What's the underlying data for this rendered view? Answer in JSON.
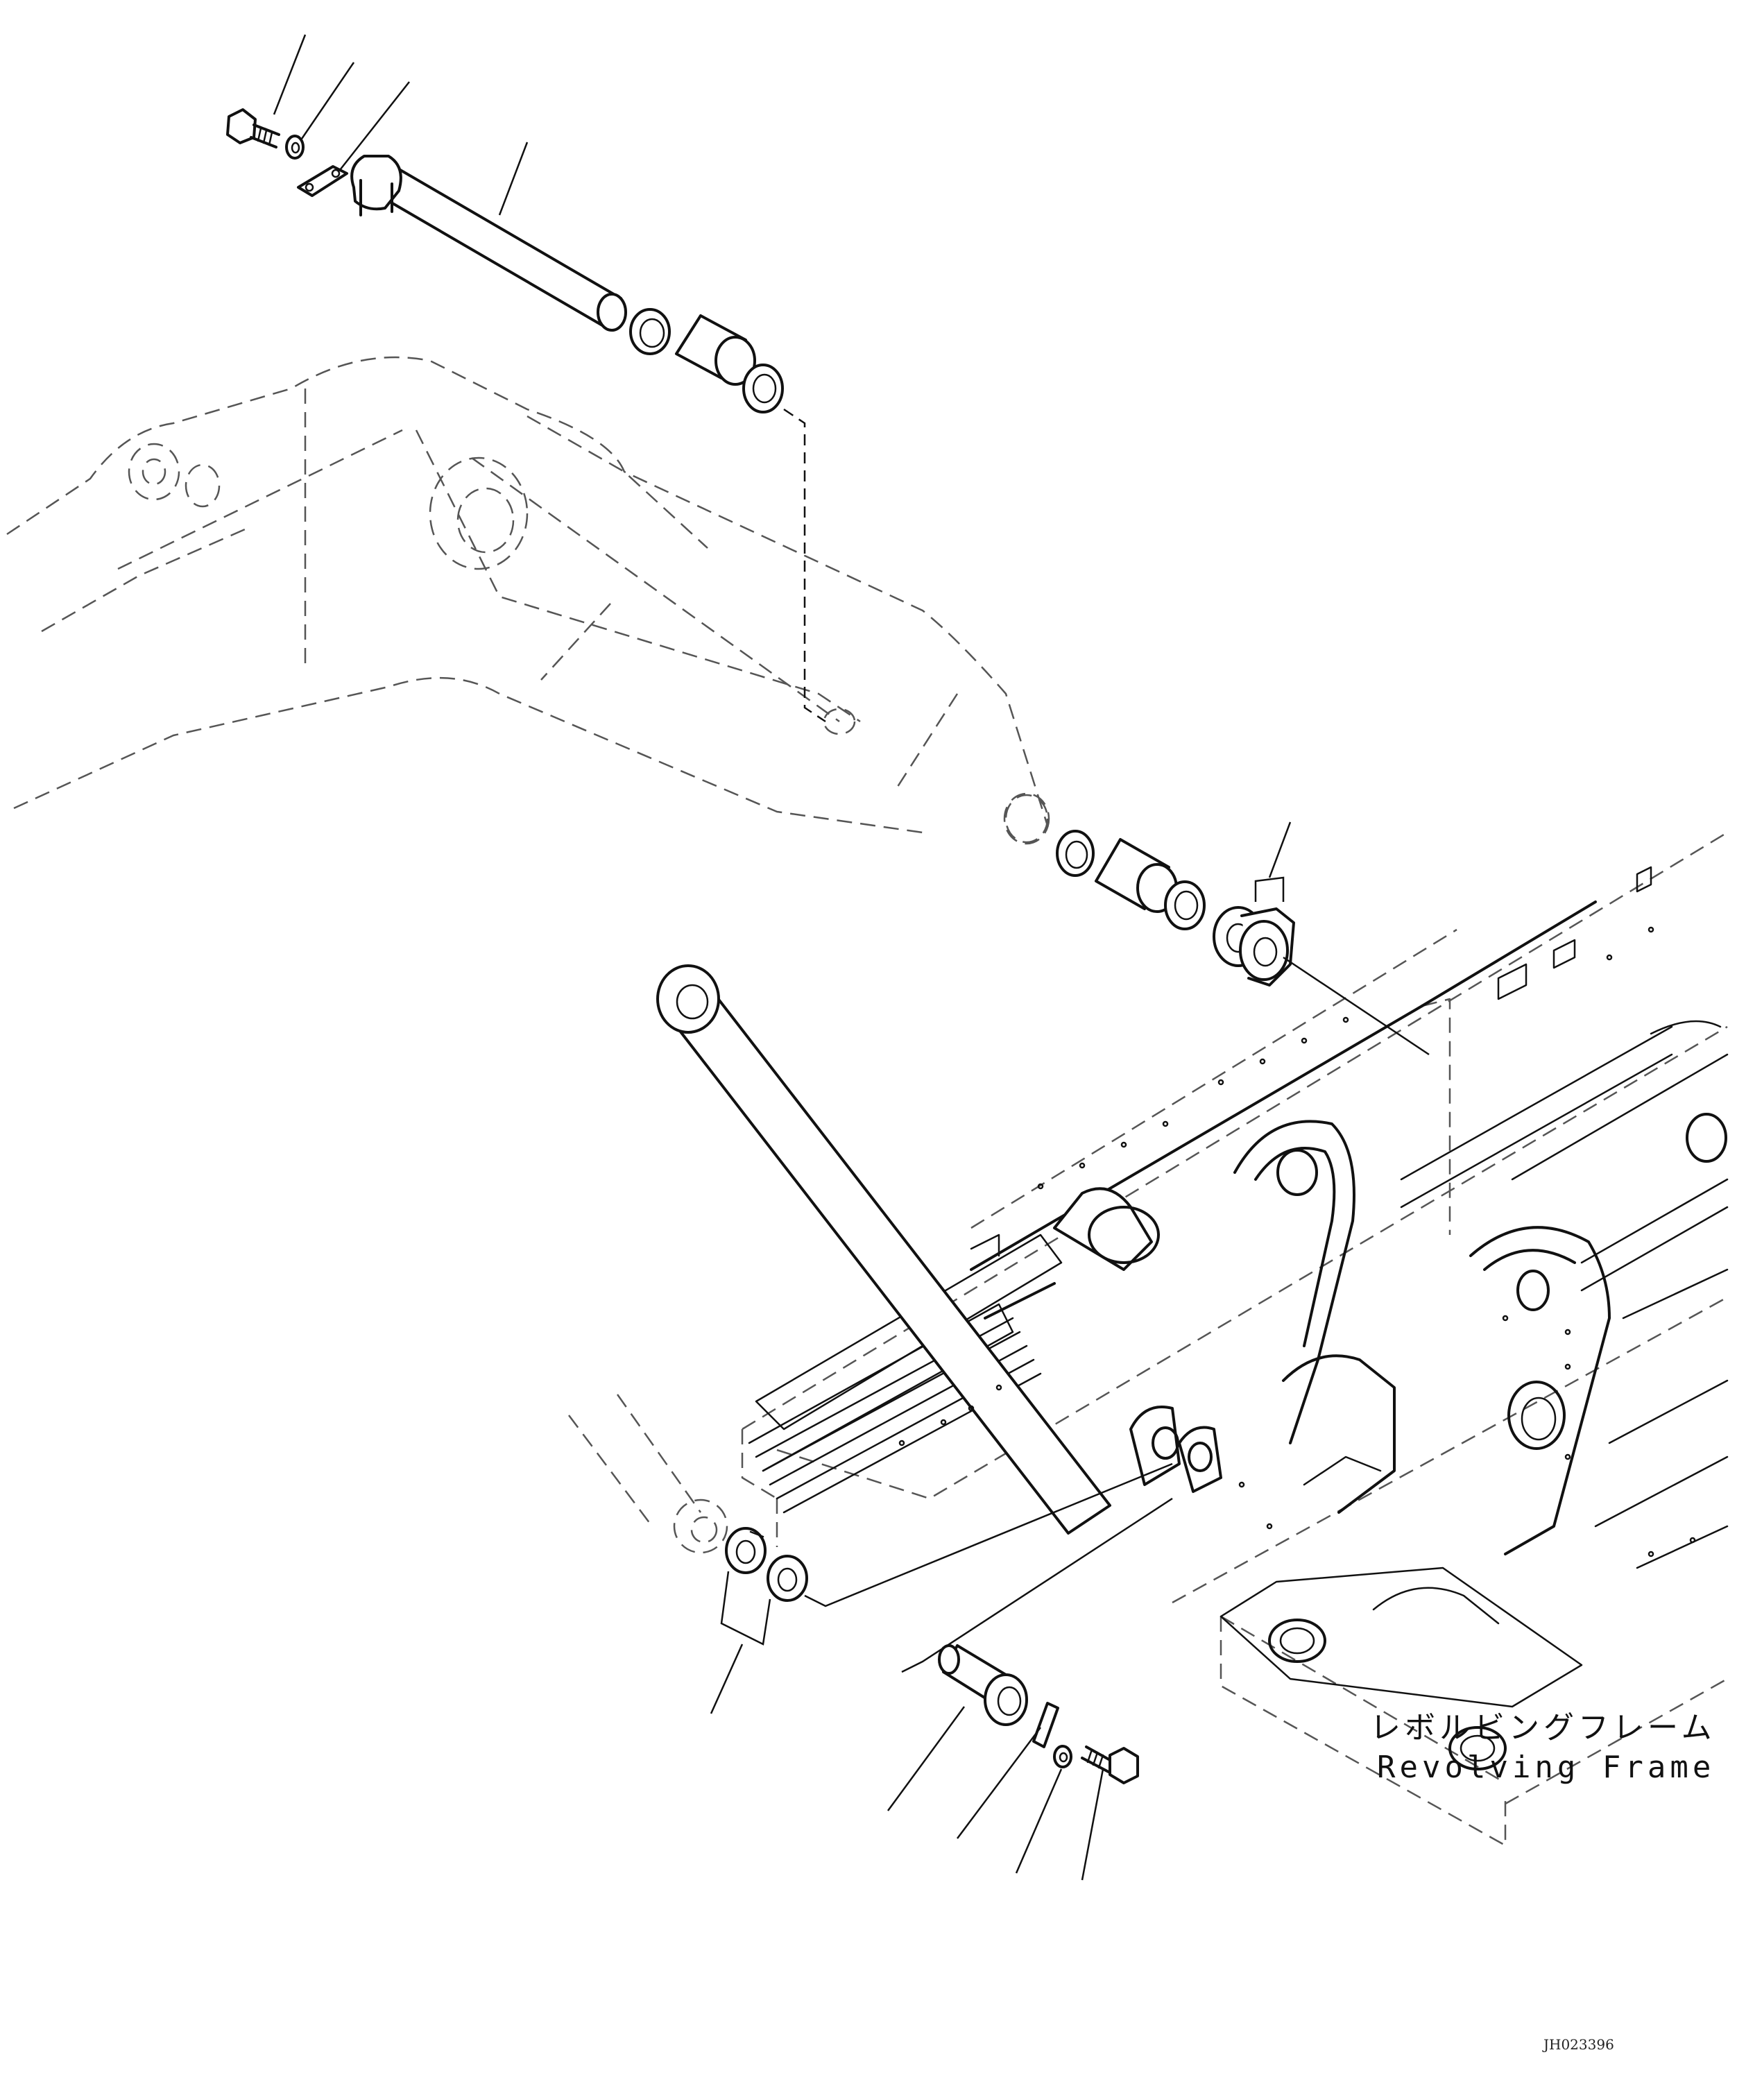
{
  "label": {
    "jp": "レボルビングフレーム",
    "en": "Revolving Frame"
  },
  "drawing_code": "JH023396"
}
